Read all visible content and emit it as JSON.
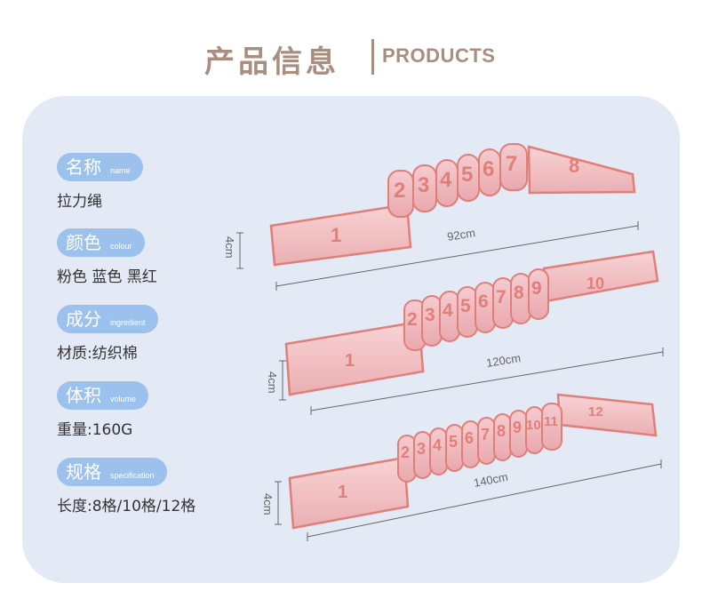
{
  "header": {
    "title_cn": "产品信息",
    "title_en": "PRODUCTS"
  },
  "info": [
    {
      "label_cn": "名称",
      "label_en": "name",
      "value": "拉力绳"
    },
    {
      "label_cn": "颜色",
      "label_en": "colour",
      "value": "粉色 蓝色 黑红"
    },
    {
      "label_cn": "成分",
      "label_en": "ingredient",
      "value": "材质:纺织棉"
    },
    {
      "label_cn": "体积",
      "label_en": "volume",
      "value": "重量:160G"
    },
    {
      "label_cn": "规格",
      "label_en": "specification",
      "value": "长度:8格/10格/12格"
    }
  ],
  "bands": [
    {
      "height_label": "4cm",
      "length_label": "92cm",
      "end_left": "1",
      "loops": [
        "2",
        "3",
        "4",
        "5",
        "6",
        "7"
      ],
      "end_right": "8"
    },
    {
      "height_label": "4cm",
      "length_label": "120cm",
      "end_left": "1",
      "loops": [
        "2",
        "3",
        "4",
        "5",
        "6",
        "7",
        "8",
        "9"
      ],
      "end_right": "10"
    },
    {
      "height_label": "4cm",
      "length_label": "140cm",
      "end_left": "1",
      "loops": [
        "2",
        "3",
        "4",
        "5",
        "6",
        "7",
        "8",
        "9",
        "10",
        "11"
      ],
      "end_right": "12"
    }
  ],
  "colors": {
    "title": "#a98e7e",
    "panel": "#e4e9f6",
    "pill": "#9cc1ec",
    "band": "#f4c5c8",
    "band_edge": "#e07f78"
  }
}
